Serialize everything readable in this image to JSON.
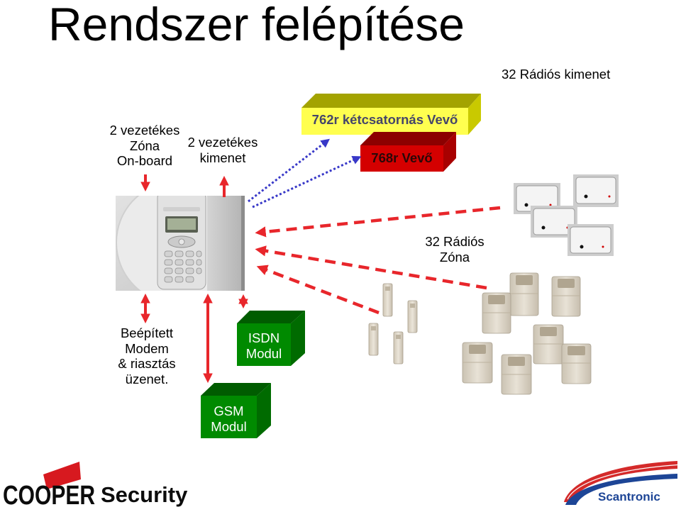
{
  "slide": {
    "title": "Rendszer felépítése"
  },
  "labels": {
    "radio_outputs": "32 Rádiós kimenet",
    "wired_zone": [
      "2 vezetékes",
      "Zóna",
      "On-board"
    ],
    "wired_output": [
      "2 vezetékes",
      "kimenet"
    ],
    "radio_zone": [
      "32 Rádiós",
      "Zóna"
    ],
    "modem": [
      "Beépített",
      "Modem",
      "& riasztás",
      "üzenet."
    ]
  },
  "receivers": {
    "r762": "762r kétcsatornás Vevő",
    "r768": "768r Vevő"
  },
  "modules": {
    "isdn": [
      "ISDN",
      "Modul"
    ],
    "gsm": [
      "GSM",
      "Modul"
    ]
  },
  "logos": {
    "cooper": {
      "name": "COOPER",
      "suffix": "Security"
    },
    "scantronic": "Scantronic"
  },
  "colors": {
    "wired_link": "#e8262b",
    "radio_link": "#e8262b",
    "receiver_link": "#3838c8",
    "receiver_762": "#ffff4f",
    "receiver_768": "#d40000",
    "module": "#008a00",
    "cooper_red": "#d7191f",
    "scantronic_blue": "#1d4596"
  },
  "icons": {
    "control_panel": "control-panel-icon",
    "radio_output": "wireless-output-module-icon",
    "door_contact": "door-contact-icon",
    "pir": "pir-detector-icon"
  }
}
